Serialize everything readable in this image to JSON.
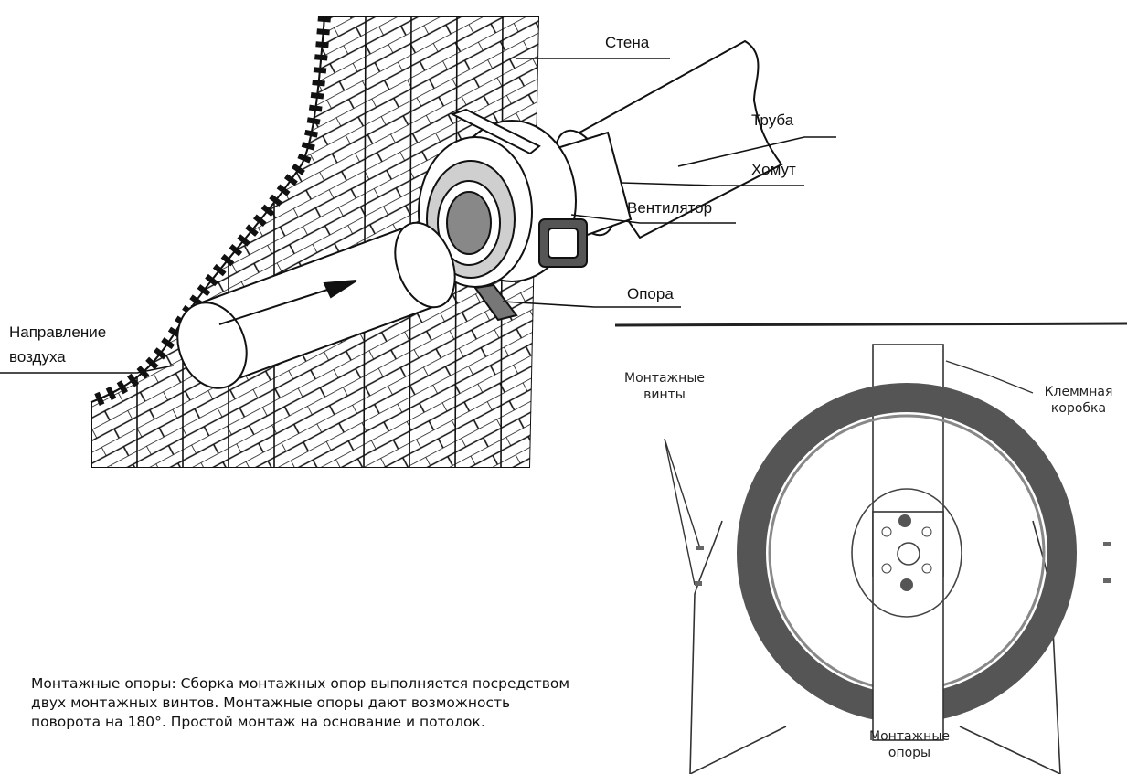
{
  "labels": {
    "wall": "Стена",
    "pipe": "Труба",
    "clamp": "Хомут",
    "fan": "Вентилятор",
    "support": "Опора",
    "air_direction_line1": "Направление",
    "air_direction_line2": "воздуха"
  },
  "detail_labels": {
    "screws_line1": "Монтажные",
    "screws_line2": "винты",
    "terminal_line1": "Клеммная",
    "terminal_line2": "коробка",
    "supports_line1": "Монтажные",
    "supports_line2": "опоры"
  },
  "description": "Монтажные опоры: Сборка монтажных опор выполняется посредством двух монтажных винтов. Монтажные опоры дают возможность поворота на 180°. Простой монтаж на основание и потолок."
}
